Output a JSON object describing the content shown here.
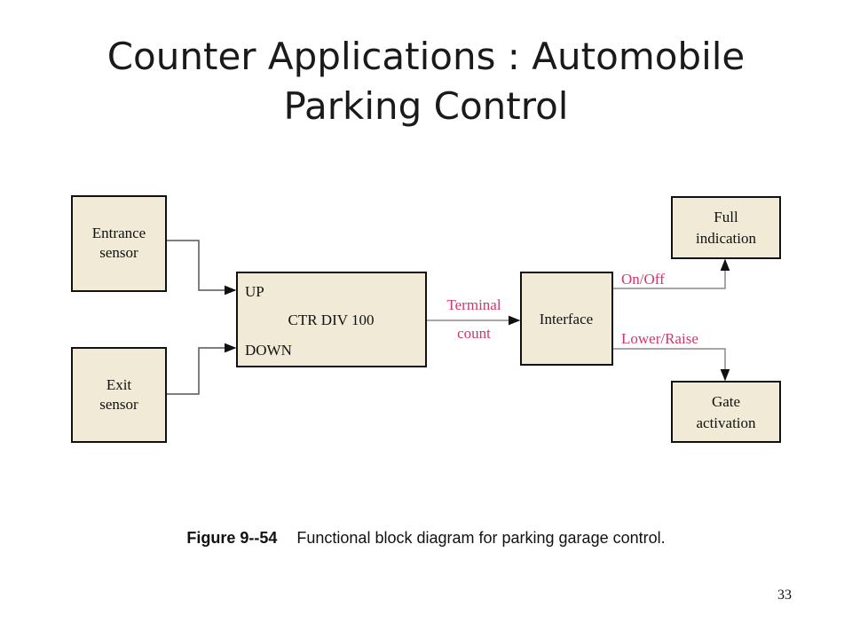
{
  "slide": {
    "title_line1": "Counter Applications : Automobile",
    "title_line2": "Parking Control",
    "page_number": "33"
  },
  "caption": {
    "figure_number": "Figure 9--54",
    "text": "Functional block diagram for parking garage control."
  },
  "diagram": {
    "blocks": {
      "entrance_sensor": [
        "Entrance",
        "sensor"
      ],
      "exit_sensor": [
        "Exit",
        "sensor"
      ],
      "counter": {
        "up": "UP",
        "name": "CTR DIV 100",
        "down": "DOWN"
      },
      "interface": "Interface",
      "full_indication": [
        "Full",
        "indication"
      ],
      "gate_activation": [
        "Gate",
        "activation"
      ]
    },
    "signals": {
      "terminal_count": [
        "Terminal",
        "count"
      ],
      "on_off": "On/Off",
      "lower_raise": "Lower/Raise"
    },
    "colors": {
      "block_fill": "#f1ead7",
      "block_stroke": "#111111",
      "signal_line": "#8a8a8a",
      "signal_text": "#d2366b"
    }
  }
}
